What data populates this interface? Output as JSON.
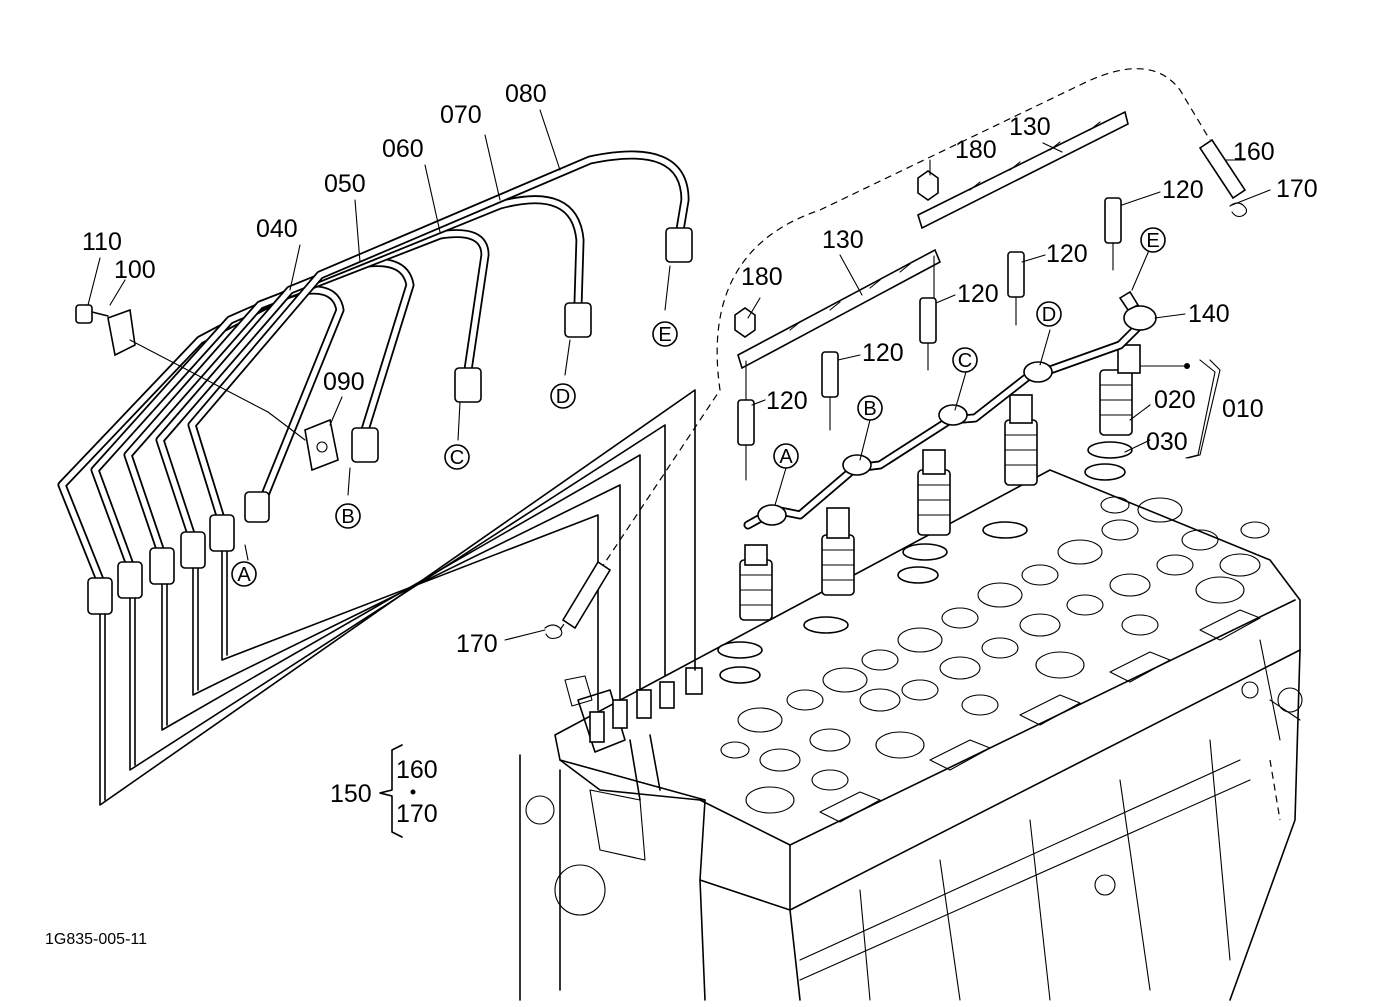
{
  "diagram": {
    "drawing_code": "1G835-005-11",
    "part_labels": {
      "p010": "010",
      "p020": "020",
      "p030": "030",
      "p040": "040",
      "p050": "050",
      "p060": "060",
      "p070": "070",
      "p080": "080",
      "p090": "090",
      "p100": "100",
      "p110": "110",
      "p120a": "120",
      "p120b": "120",
      "p120c": "120",
      "p120d": "120",
      "p120e": "120",
      "p130a": "130",
      "p130b": "130",
      "p140": "140",
      "p150": "150",
      "p160": "160",
      "p170a": "170",
      "p170b": "170",
      "p180a": "180",
      "p180b": "180",
      "kit160": "160",
      "kit170": "170"
    },
    "ref_markers": {
      "pipe_a": "A",
      "pipe_b": "B",
      "pipe_c": "C",
      "pipe_d": "D",
      "pipe_e": "E",
      "leak_a": "A",
      "leak_b": "B",
      "leak_c": "C",
      "leak_d": "D",
      "leak_e": "E"
    }
  }
}
